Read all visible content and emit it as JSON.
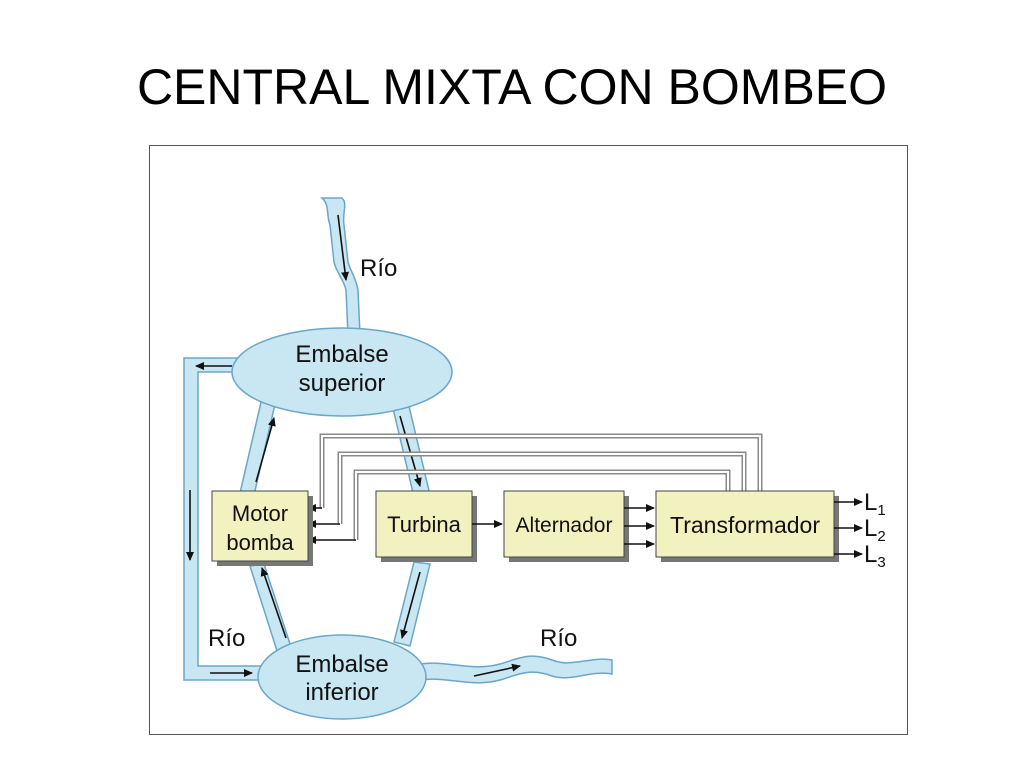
{
  "title": "CENTRAL MIXTA CON BOMBEO",
  "colors": {
    "water": "#c9e6f3",
    "water_edge": "#6aa7c6",
    "box_fill": "#f2f1c0",
    "box_shadow": "#777777",
    "wire": "#8a8a8a",
    "arrow": "#111111"
  },
  "labels": {
    "rio_top": "Río",
    "rio_left": "Río",
    "rio_right": "Río",
    "embalse_superior_1": "Embalse",
    "embalse_superior_2": "superior",
    "embalse_inferior_1": "Embalse",
    "embalse_inferior_2": "inferior",
    "motor_1": "Motor",
    "motor_2": "bomba",
    "turbina": "Turbina",
    "alternador": "Alternador",
    "transformador": "Transformador",
    "l1": "L",
    "l1_sub": "1",
    "l2": "L",
    "l2_sub": "2",
    "l3": "L",
    "l3_sub": "3"
  }
}
